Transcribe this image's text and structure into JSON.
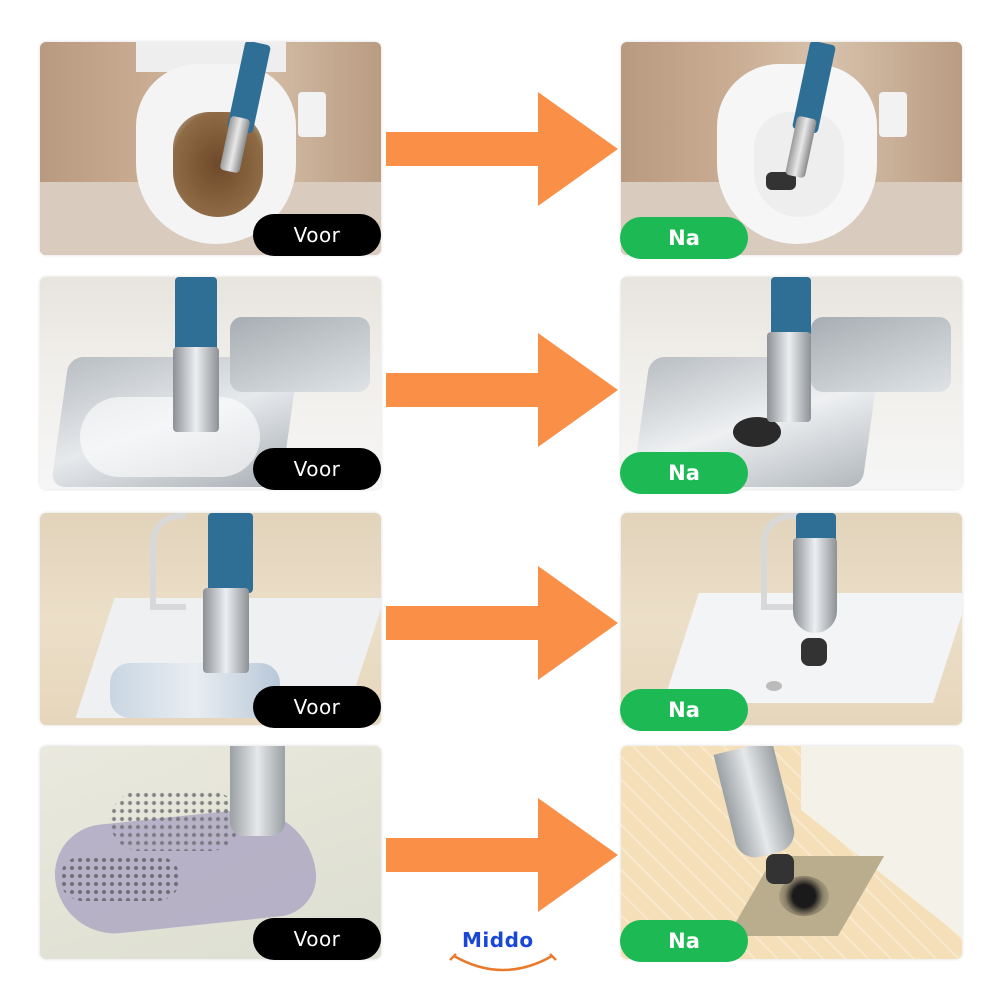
{
  "colors": {
    "arrow": "#fa8f48",
    "before_badge": "#000000",
    "after_badge": "#1db954",
    "logo_text": "#1a47d6",
    "logo_smile": "#e97a2c"
  },
  "rows": [
    {
      "scene": "toilet",
      "before_label": "Voor",
      "after_label": "Na"
    },
    {
      "scene": "kitchen-sink",
      "before_label": "Voor",
      "after_label": "Na"
    },
    {
      "scene": "bathroom-sink",
      "before_label": "Voor",
      "after_label": "Na"
    },
    {
      "scene": "floor-drain",
      "before_label": "Voor",
      "after_label": "Na"
    }
  ],
  "logo": {
    "text": "Middo"
  }
}
